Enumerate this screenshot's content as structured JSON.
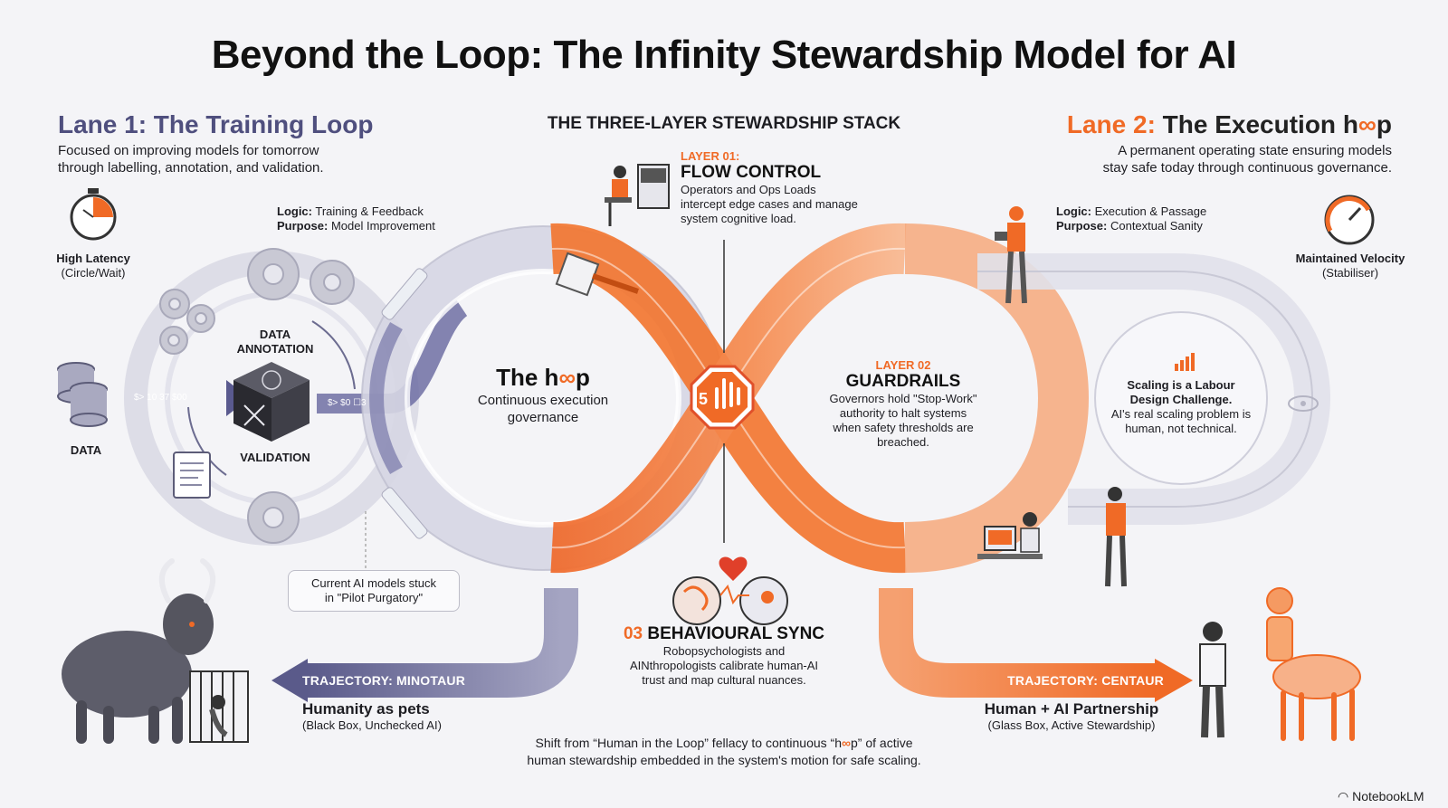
{
  "title": "Beyond the Loop: The Infinity Stewardship Model for AI",
  "lane1": {
    "title": "Lane 1: The Training Loop",
    "description_line1": "Focused on improving models for tomorrow",
    "description_line2": "through labelling, annotation, and validation.",
    "logic_label": "Logic:",
    "logic_value": "Training & Feedback",
    "purpose_label": "Purpose:",
    "purpose_value": "Model Improvement",
    "latency_title": "High Latency",
    "latency_sub": "(Circle/Wait)",
    "data_label": "DATA",
    "annotation_label_1": "DATA",
    "annotation_label_2": "ANNOTATION",
    "validation_label": "VALIDATION",
    "pipe_text": "$> 10 37 $00",
    "pipe_text2": "$> $0 ☐3",
    "note_line1": "Current AI models stuck",
    "note_line2": "in \"Pilot Purgatory\""
  },
  "stack": {
    "heading": "THE THREE-LAYER STEWARDSHIP STACK",
    "layer1_tag": "LAYER 01:",
    "layer1_name": "FLOW CONTROL",
    "layer1_line1": "Operators and Ops Loads",
    "layer1_line2": "intercept edge cases and manage",
    "layer1_line3": "system cognitive load.",
    "layer2_tag": "LAYER 02",
    "layer2_name": "GUARDRAILS",
    "layer2_line1": "Governors hold \"Stop-Work\"",
    "layer2_line2": "authority to halt systems",
    "layer2_line3": "when safety thresholds are",
    "layer2_line4": "breached.",
    "layer3_num": "03",
    "layer3_name": "BEHAVIOURAL SYNC",
    "layer3_line1": "Robopsychologists and",
    "layer3_line2": "AINthropologists calibrate human-AI",
    "layer3_line3": "trust and map cultural nuances.",
    "stop_number": "5"
  },
  "hoop": {
    "title_pre": "The h",
    "title_post": "p",
    "sub_line1": "Continuous execution",
    "sub_line2": "governance"
  },
  "lane2": {
    "title_pre": "Lane 2:",
    "title_mid": " The Execution h",
    "title_post": "p",
    "description_line1": "A permanent operating state ensuring models",
    "description_line2": "stay safe today through continuous governance.",
    "logic_label": "Logic:",
    "logic_value": "Execution & Passage",
    "purpose_label": "Purpose:",
    "purpose_value": "Contextual Sanity",
    "velocity_title": "Maintained Velocity",
    "velocity_sub": "(Stabiliser)",
    "scaling_line1": "Scaling is a Labour",
    "scaling_line2": "Design Challenge.",
    "scaling_line3": "AI's real scaling problem is",
    "scaling_line4": "human, not technical."
  },
  "trajectories": {
    "minotaur_label": "TRAJECTORY: MINOTAUR",
    "minotaur_title": "Humanity as pets",
    "minotaur_sub": "(Black Box, Unchecked AI)",
    "centaur_label": "TRAJECTORY: CENTAUR",
    "centaur_title": "Human + AI Partnership",
    "centaur_sub": "(Glass Box, Active Stewardship)"
  },
  "footer": {
    "line1_pre": "Shift from “Human in the Loop” fellacy to continuous “h",
    "line1_post": "p” of active",
    "line2": "human stewardship embedded in the system's motion for safe scaling.",
    "brand": "NotebookLM"
  },
  "colors": {
    "accent_orange": "#f06a26",
    "lane1_purple": "#4f4f7e",
    "loop_gray": "#c9c9d6"
  }
}
